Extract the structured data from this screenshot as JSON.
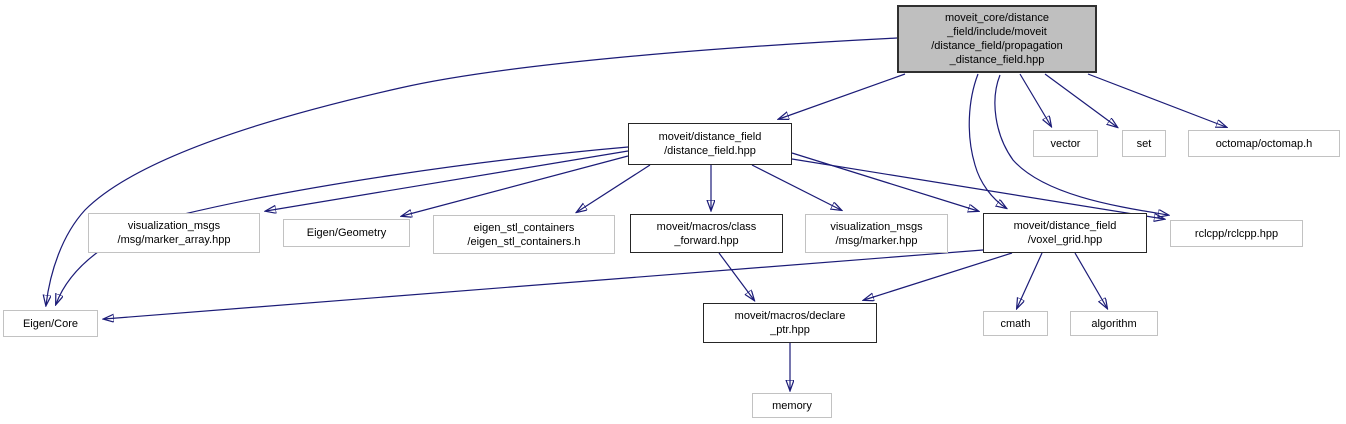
{
  "diagram": {
    "type": "include-dependency-graph",
    "colors": {
      "edge": "#1b1b77",
      "focus_node_fill": "#bfbfbf",
      "node_fill": "#ffffff",
      "internal_node_border": "#262626",
      "external_node_border": "#c2c2c2",
      "text": "#000000"
    },
    "nodes": {
      "main": {
        "label": "moveit_core/distance\n_field/include/moveit\n/distance_field/propagation\n_distance_field.hpp",
        "type": "focus"
      },
      "distance_field": {
        "label": "moveit/distance_field\n/distance_field.hpp",
        "type": "internal"
      },
      "vector": {
        "label": "vector",
        "type": "external"
      },
      "set": {
        "label": "set",
        "type": "external"
      },
      "octomap": {
        "label": "octomap/octomap.h",
        "type": "external"
      },
      "marker_array": {
        "label": "visualization_msgs\n/msg/marker_array.hpp",
        "type": "external"
      },
      "eigen_geometry": {
        "label": "Eigen/Geometry",
        "type": "external"
      },
      "eigen_stl": {
        "label": "eigen_stl_containers\n/eigen_stl_containers.h",
        "type": "external"
      },
      "class_forward": {
        "label": "moveit/macros/class\n_forward.hpp",
        "type": "internal"
      },
      "marker": {
        "label": "visualization_msgs\n/msg/marker.hpp",
        "type": "external"
      },
      "voxel_grid": {
        "label": "moveit/distance_field\n/voxel_grid.hpp",
        "type": "internal"
      },
      "rclcpp": {
        "label": "rclcpp/rclcpp.hpp",
        "type": "external"
      },
      "eigen_core": {
        "label": "Eigen/Core",
        "type": "external"
      },
      "declare_ptr": {
        "label": "moveit/macros/declare\n_ptr.hpp",
        "type": "internal"
      },
      "cmath": {
        "label": "cmath",
        "type": "external"
      },
      "algorithm": {
        "label": "algorithm",
        "type": "external"
      },
      "memory": {
        "label": "memory",
        "type": "external"
      }
    },
    "edges": [
      {
        "from": "main",
        "to": "distance_field"
      },
      {
        "from": "main",
        "to": "eigen_core"
      },
      {
        "from": "main",
        "to": "voxel_grid"
      },
      {
        "from": "main",
        "to": "rclcpp"
      },
      {
        "from": "main",
        "to": "vector"
      },
      {
        "from": "main",
        "to": "set"
      },
      {
        "from": "main",
        "to": "octomap"
      },
      {
        "from": "distance_field",
        "to": "marker_array"
      },
      {
        "from": "distance_field",
        "to": "eigen_geometry"
      },
      {
        "from": "distance_field",
        "to": "eigen_stl"
      },
      {
        "from": "distance_field",
        "to": "class_forward"
      },
      {
        "from": "distance_field",
        "to": "marker"
      },
      {
        "from": "distance_field",
        "to": "voxel_grid"
      },
      {
        "from": "distance_field",
        "to": "rclcpp"
      },
      {
        "from": "distance_field",
        "to": "eigen_core"
      },
      {
        "from": "voxel_grid",
        "to": "eigen_core"
      },
      {
        "from": "voxel_grid",
        "to": "declare_ptr"
      },
      {
        "from": "voxel_grid",
        "to": "cmath"
      },
      {
        "from": "voxel_grid",
        "to": "algorithm"
      },
      {
        "from": "class_forward",
        "to": "declare_ptr"
      },
      {
        "from": "declare_ptr",
        "to": "memory"
      }
    ]
  }
}
